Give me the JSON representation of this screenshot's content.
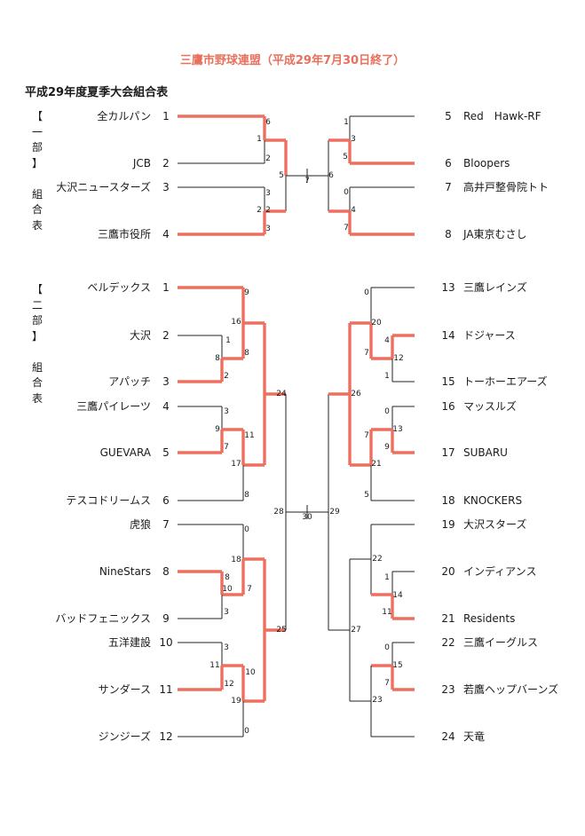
{
  "title": "三鷹市野球連盟（平成29年7月30日終了）",
  "subtitle": "平成29年度夏季大会組合表",
  "colors": {
    "winner_line": "#ec6f5f",
    "line": "#222222",
    "title": "#e8705d"
  },
  "divisions": [
    {
      "label_chars": [
        "【",
        "一",
        "部",
        "】",
        "",
        "組",
        "合",
        "表"
      ],
      "teams": [
        {
          "seed": "1",
          "name": "全カルパン"
        },
        {
          "seed": "2",
          "name": "JCB"
        },
        {
          "seed": "3",
          "name": "大沢ニュースターズ"
        },
        {
          "seed": "4",
          "name": "三鷹市役所"
        },
        {
          "seed": "5",
          "name": "Red　Hawk-RF"
        },
        {
          "seed": "6",
          "name": "Bloopers"
        },
        {
          "seed": "7",
          "name": "高井戸整骨院トト"
        },
        {
          "seed": "8",
          "name": "JA東京むさし"
        }
      ],
      "scores": [
        "6",
        "1",
        "2",
        "5",
        "7",
        "6",
        "1",
        "3",
        "5",
        "3",
        "2",
        "2",
        "3",
        "0",
        "4",
        "7"
      ]
    },
    {
      "label_chars": [
        "【",
        "二",
        "部",
        "】",
        "",
        "組",
        "合",
        "表"
      ],
      "teams": [
        {
          "seed": "1",
          "name": "ベルデックス"
        },
        {
          "seed": "2",
          "name": "大沢"
        },
        {
          "seed": "3",
          "name": "アパッチ"
        },
        {
          "seed": "4",
          "name": "三鷹パイレーツ"
        },
        {
          "seed": "5",
          "name": "GUEVARA"
        },
        {
          "seed": "6",
          "name": "テスコドリームス"
        },
        {
          "seed": "7",
          "name": "虎狼"
        },
        {
          "seed": "8",
          "name": "NineStars"
        },
        {
          "seed": "9",
          "name": "バッドフェニックス"
        },
        {
          "seed": "10",
          "name": "五洋建設"
        },
        {
          "seed": "11",
          "name": "サンダース"
        },
        {
          "seed": "12",
          "name": "ジンジーズ"
        },
        {
          "seed": "13",
          "name": "三鷹レインズ"
        },
        {
          "seed": "14",
          "name": "ドジャース"
        },
        {
          "seed": "15",
          "name": "トーホーエアーズ"
        },
        {
          "seed": "16",
          "name": "マッスルズ"
        },
        {
          "seed": "17",
          "name": "SUBARU"
        },
        {
          "seed": "18",
          "name": "KNOCKERS"
        },
        {
          "seed": "19",
          "name": "大沢スターズ"
        },
        {
          "seed": "20",
          "name": "インディアンス"
        },
        {
          "seed": "21",
          "name": "Residents"
        },
        {
          "seed": "22",
          "name": "三鷹イーグルス"
        },
        {
          "seed": "23",
          "name": "若鷹ヘップバーンズ"
        },
        {
          "seed": "24",
          "name": "天竜"
        }
      ],
      "scores": [
        "9",
        "16",
        "8",
        "1",
        "8",
        "2",
        "3",
        "9",
        "7",
        "11",
        "17",
        "8",
        "0",
        "18",
        "8",
        "10",
        "7",
        "3",
        "3",
        "11",
        "12",
        "10",
        "19",
        "0",
        "24",
        "25",
        "28",
        "30",
        "29",
        "0",
        "20",
        "4",
        "7",
        "12",
        "1",
        "0",
        "13",
        "7",
        "9",
        "21",
        "5",
        "22",
        "1",
        "14",
        "11",
        "0",
        "15",
        "7",
        "23",
        "26",
        "27"
      ]
    }
  ]
}
